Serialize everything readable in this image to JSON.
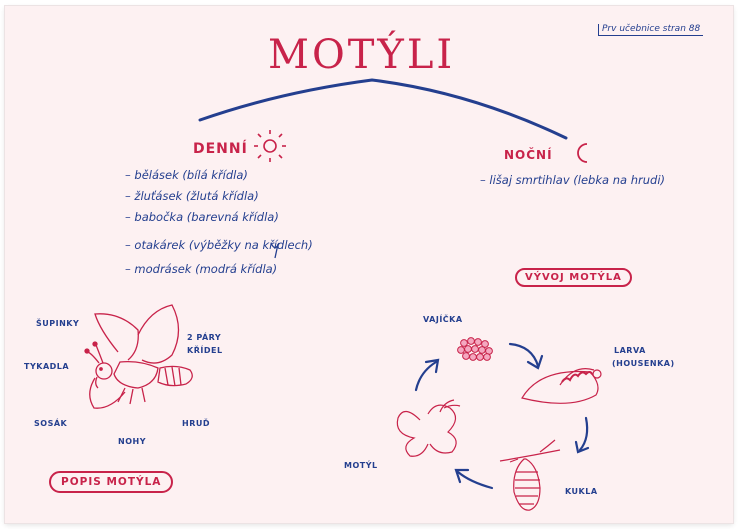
{
  "title": "MOTÝLI",
  "note": "Prv učebnice stran 88",
  "day": {
    "heading": "DENNÍ",
    "items": [
      "bělásek (bílá křídla)",
      "žluťásek (žlutá křídla)",
      "babočka (barevná křídla)",
      "otakárek (výběžky na křídlech)",
      "modrásek (modrá křídla)"
    ]
  },
  "night": {
    "heading": "NOČNÍ",
    "items": [
      "lišaj smrtihlav (lebka na hrudi)"
    ]
  },
  "development": {
    "heading": "VÝVOJ MOTÝLA",
    "stages": {
      "eggs": "VAJÍČKA",
      "larva_line1": "LARVA",
      "larva_line2": "(HOUSENKA)",
      "pupa": "KUKLA",
      "butterfly": "MOTÝL"
    }
  },
  "anatomy": {
    "heading": "POPIS MOTÝLA",
    "labels": {
      "scales": "ŠUPINKY",
      "wings_line1": "2 PÁRY",
      "wings_line2": "KŘÍDEL",
      "antennae": "TYKADLA",
      "proboscis": "SOSÁK",
      "thorax": "HRUĎ",
      "legs": "NOHY"
    }
  },
  "colors": {
    "red_ink": "#c8234a",
    "blue_ink": "#243f8f",
    "paper": "#fdf1f2"
  }
}
